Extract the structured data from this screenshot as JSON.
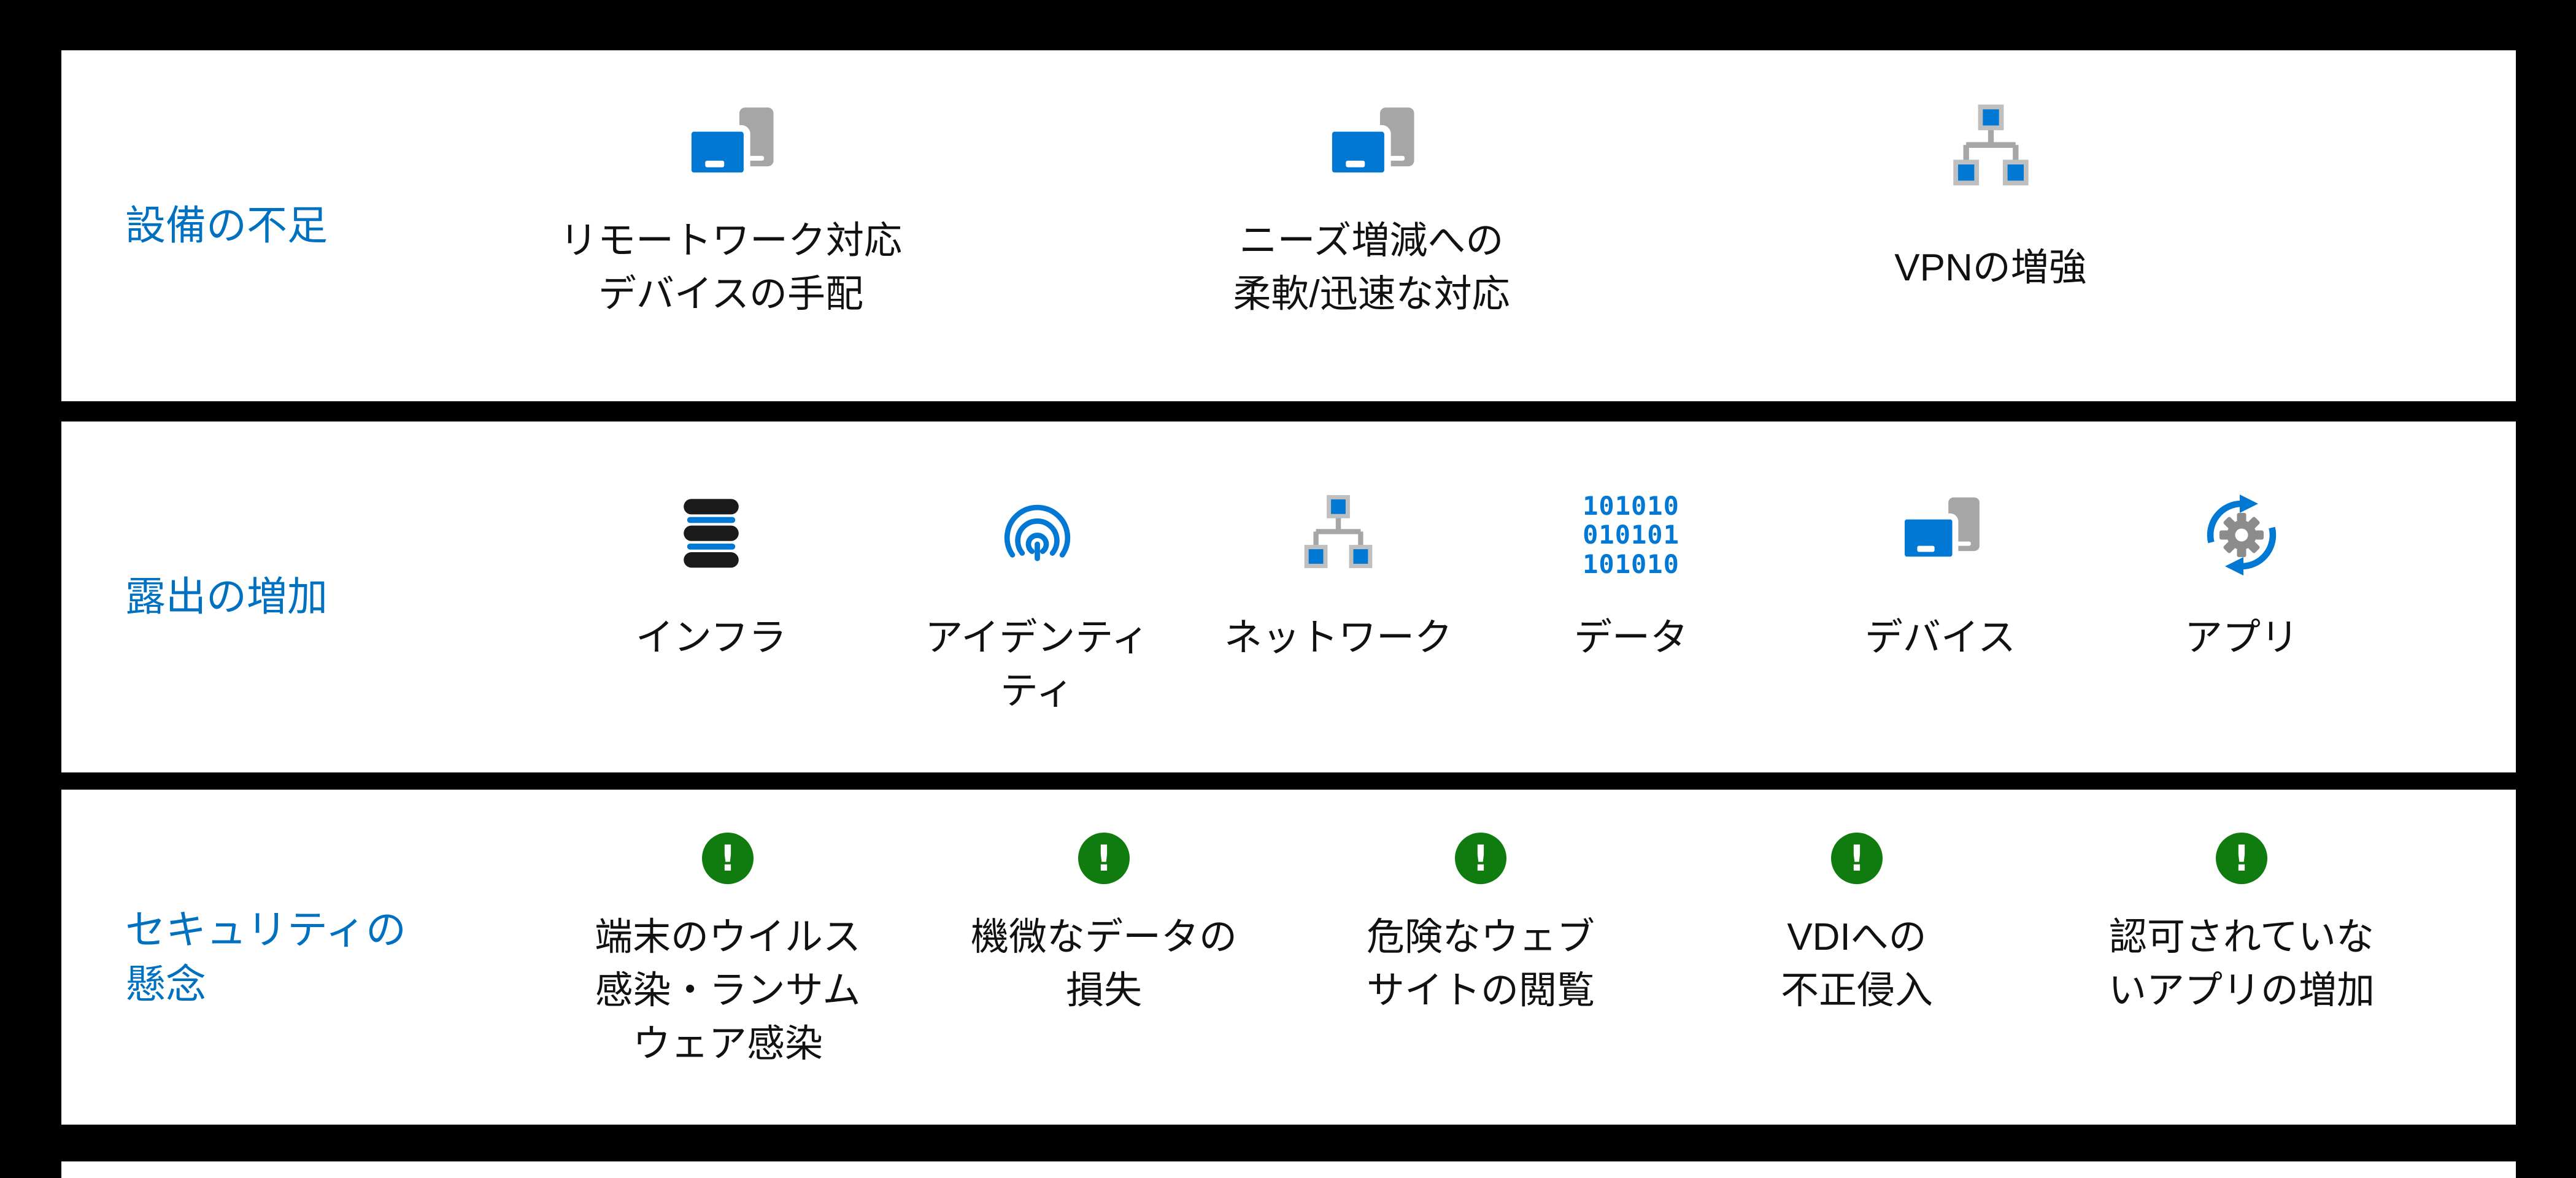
{
  "colors": {
    "page_bg": "#000000",
    "band_bg": "#FFFFFF",
    "heading_blue": "#0070C0",
    "icon_blue": "#0078D4",
    "icon_gray": "#A6A6A6",
    "alert_green": "#107C10",
    "text": "#111111"
  },
  "icons": {
    "binary_text": "101010\n010101\n101010",
    "alert_glyph": "!"
  },
  "rows": [
    {
      "label": "設備の不足",
      "items": [
        {
          "icon": "devices-icon",
          "label": "リモートワーク対応\nデバイスの手配"
        },
        {
          "icon": "devices-icon",
          "label": "ニーズ増減への\n柔軟/迅速な対応"
        },
        {
          "icon": "network-icon",
          "label": "VPNの増強"
        }
      ]
    },
    {
      "label": "露出の増加",
      "items": [
        {
          "icon": "database-icon",
          "label": "インフラ"
        },
        {
          "icon": "fingerprint-icon",
          "label": "アイデンティ\nティ"
        },
        {
          "icon": "network-icon",
          "label": "ネットワーク"
        },
        {
          "icon": "binary-data-icon",
          "label": "データ"
        },
        {
          "icon": "devices-icon",
          "label": "デバイス"
        },
        {
          "icon": "apps-sync-icon",
          "label": "アプリ"
        }
      ]
    },
    {
      "label": "セキュリティの\n懸念",
      "items": [
        {
          "icon": "alert-icon",
          "label": "端末のウイルス\n感染・ランサム\nウェア感染"
        },
        {
          "icon": "alert-icon",
          "label": "機微なデータの\n損失"
        },
        {
          "icon": "alert-icon",
          "label": "危険なウェブ\nサイトの閲覧"
        },
        {
          "icon": "alert-icon",
          "label": "VDIへの\n不正侵入"
        },
        {
          "icon": "alert-icon",
          "label": "認可されていな\nいアプリの増加"
        }
      ]
    }
  ]
}
